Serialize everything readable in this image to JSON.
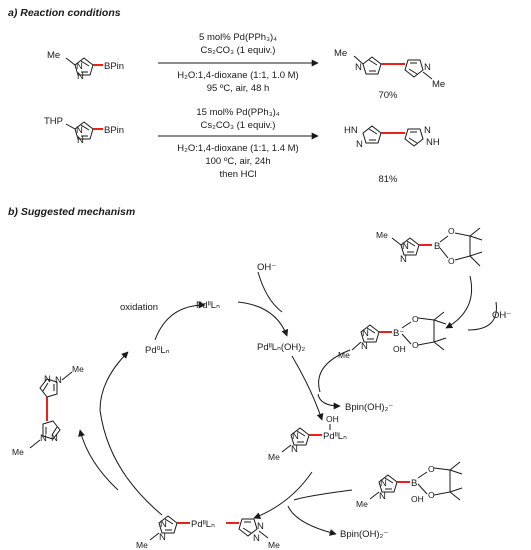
{
  "section_a": {
    "heading": "a) Reaction conditions",
    "r1": {
      "substituent": "Me",
      "leaving_group": "BPin",
      "catalyst": "5 mol% Pd(PPh₃)₄",
      "base": "Cs₂CO₃ (1 equiv.)",
      "solvent": "H₂O:1,4-dioxane (1:1, 1.0 M)",
      "temperature": "95 ºC, air, 48 h",
      "yield": "70%",
      "product_sub_left": "Me",
      "product_sub_right": "Me"
    },
    "r2": {
      "substituent": "THP",
      "leaving_group": "BPin",
      "catalyst": "15 mol% Pd(PPh₃)₄",
      "base": "Cs₂CO₃ (1 equiv.)",
      "solvent": "H₂O:1,4-dioxane (1:1, 1.4 M)",
      "temperature": "100  ºC, air, 24h",
      "workup": "then HCl",
      "yield": "81%",
      "product_sub_left": "HN",
      "product_sub_right": "NH"
    }
  },
  "section_b": {
    "heading": "b) Suggested mechanism",
    "oxidation": "oxidation",
    "pd0": "Pd⁰Lₙ",
    "pdII": "PdᴵᴵLₙ",
    "pdII_oh2": "PdᴵᴵLₙ(OH)₂",
    "hydroxide": "OH⁻",
    "byproduct1": "Bpin(OH)₂⁻",
    "byproduct2": "Bpin(OH)₂⁻",
    "borate_boron": "B⁻",
    "borate_oh": "OH",
    "boron": "B",
    "ring_n": "N",
    "methyl": "Me",
    "oxygen": "O",
    "pd_oh_int_pd": "PdᴵᴵLₙ",
    "pd_oh_int_oh": "OH",
    "boronate2_boron": "B",
    "boronate2_oh": "OH",
    "diaryl_pd": "PdᴵᴵLₙ"
  }
}
